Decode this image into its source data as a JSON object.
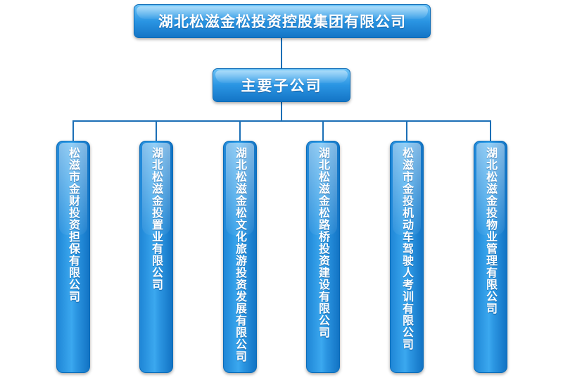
{
  "root": {
    "label": "湖北松滋金松投资控股集团有限公司"
  },
  "group": {
    "label": "主要子公司"
  },
  "subsidiaries": [
    {
      "label": "松滋市金财投资担保有限公司"
    },
    {
      "label": "湖北松滋金投置业有限公司"
    },
    {
      "label": "湖北松滋金松文化旅游投资发展有限公司"
    },
    {
      "label": "湖北松滋金松路桥投资建设有限公司"
    },
    {
      "label": "松滋市金投机动车驾驶人考训有限公司"
    },
    {
      "label": "湖北松滋金投物业管理有限公司"
    }
  ],
  "colors": {
    "box_fill": "#2c96e2",
    "connector": "#1b6fb6",
    "text": "#ffffff"
  }
}
